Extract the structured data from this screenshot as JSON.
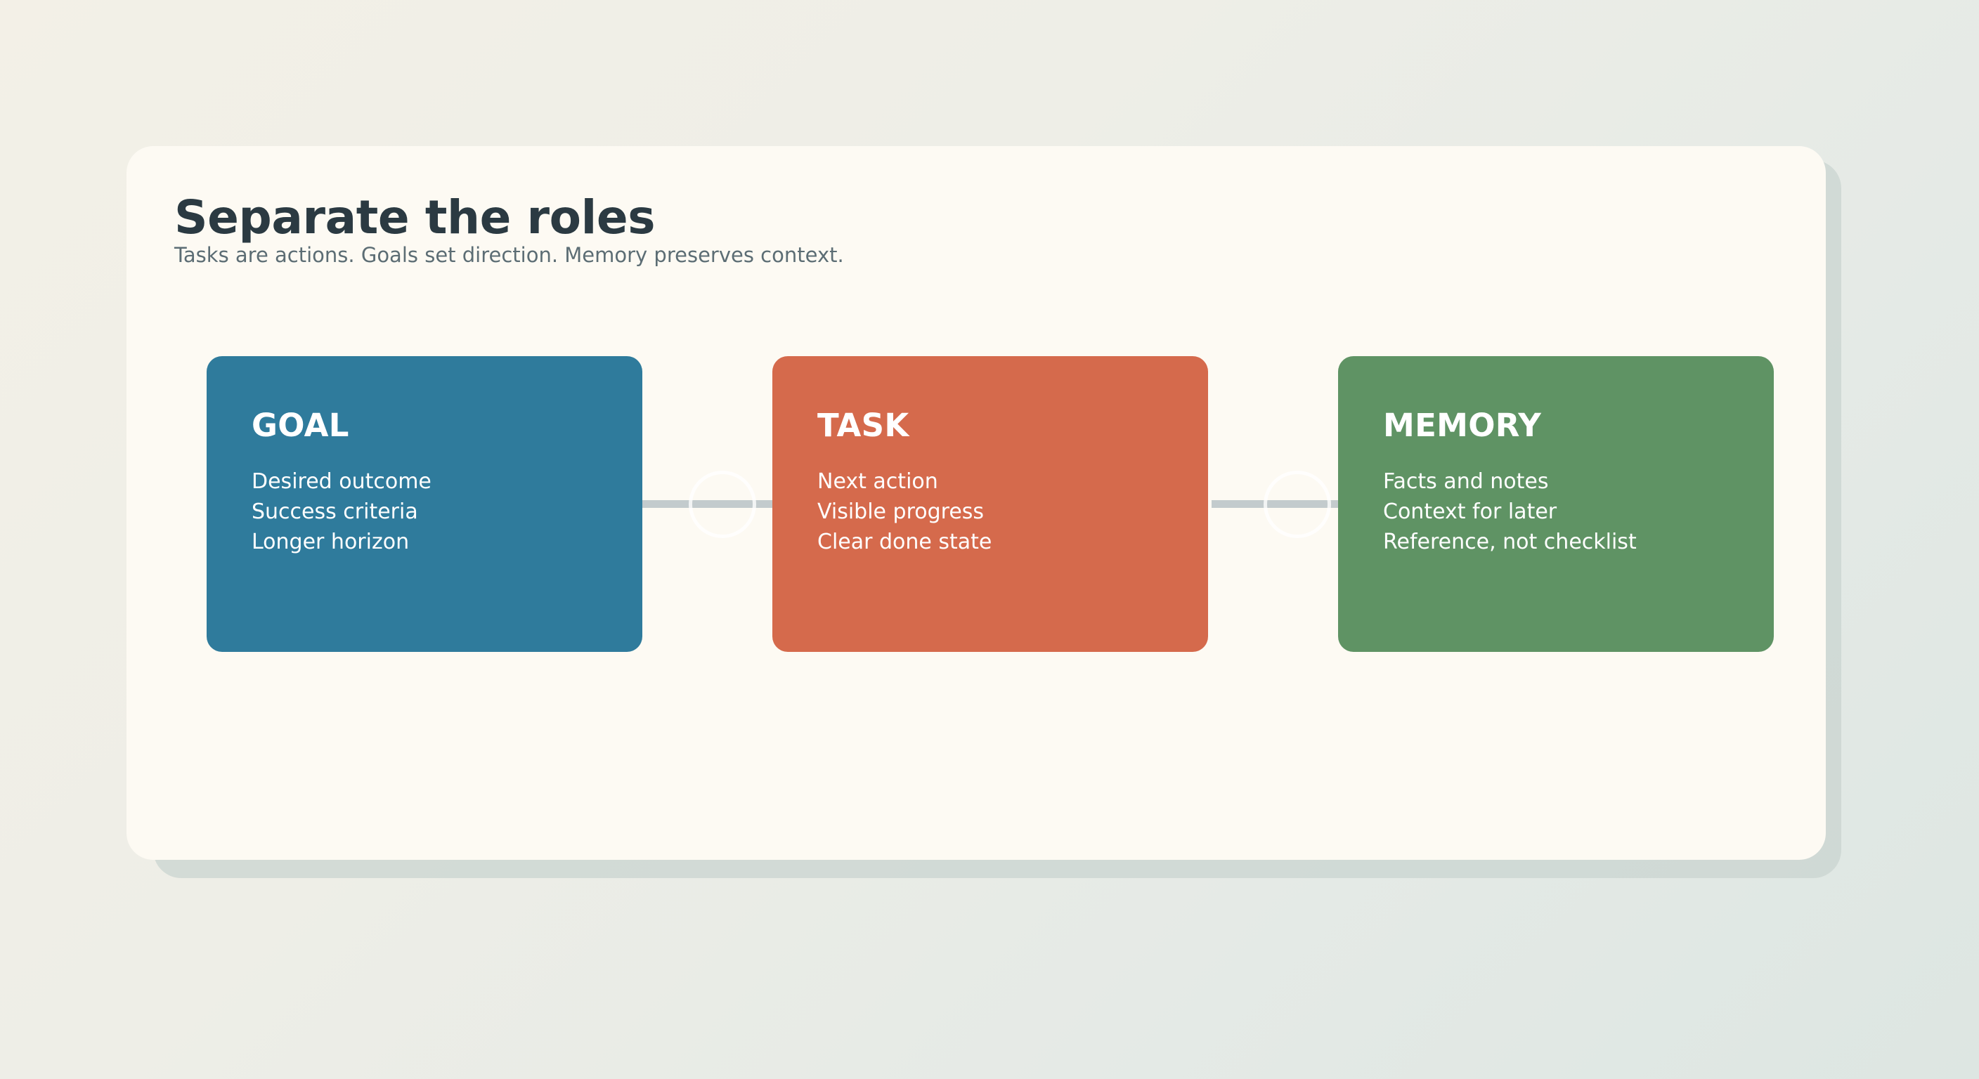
{
  "slide": {
    "title": "Separate the roles",
    "subtitle": "Tasks are actions. Goals set direction. Memory preserves context.",
    "panel_bg": "#fdfaf3",
    "title_color": "#2b3a42",
    "subtitle_color": "#5c6d74",
    "background_from": "#f3f0e7",
    "background_to": "#dde6e2"
  },
  "connectors": [
    {
      "name": "goal-to-task",
      "color": "#c3cbcd"
    },
    {
      "name": "task-to-memory",
      "color": "#c3cbcd"
    }
  ],
  "cards": [
    {
      "id": "goal",
      "title": "GOAL",
      "color": "#2f7b9c",
      "items": [
        "Desired outcome",
        "Success criteria",
        "Longer horizon"
      ]
    },
    {
      "id": "task",
      "title": "TASK",
      "color": "#d56a4c",
      "items": [
        "Next action",
        "Visible progress",
        "Clear done state"
      ]
    },
    {
      "id": "memory",
      "title": "MEMORY",
      "color": "#5f9364",
      "items": [
        "Facts and notes",
        "Context for later",
        "Reference, not checklist"
      ]
    }
  ]
}
